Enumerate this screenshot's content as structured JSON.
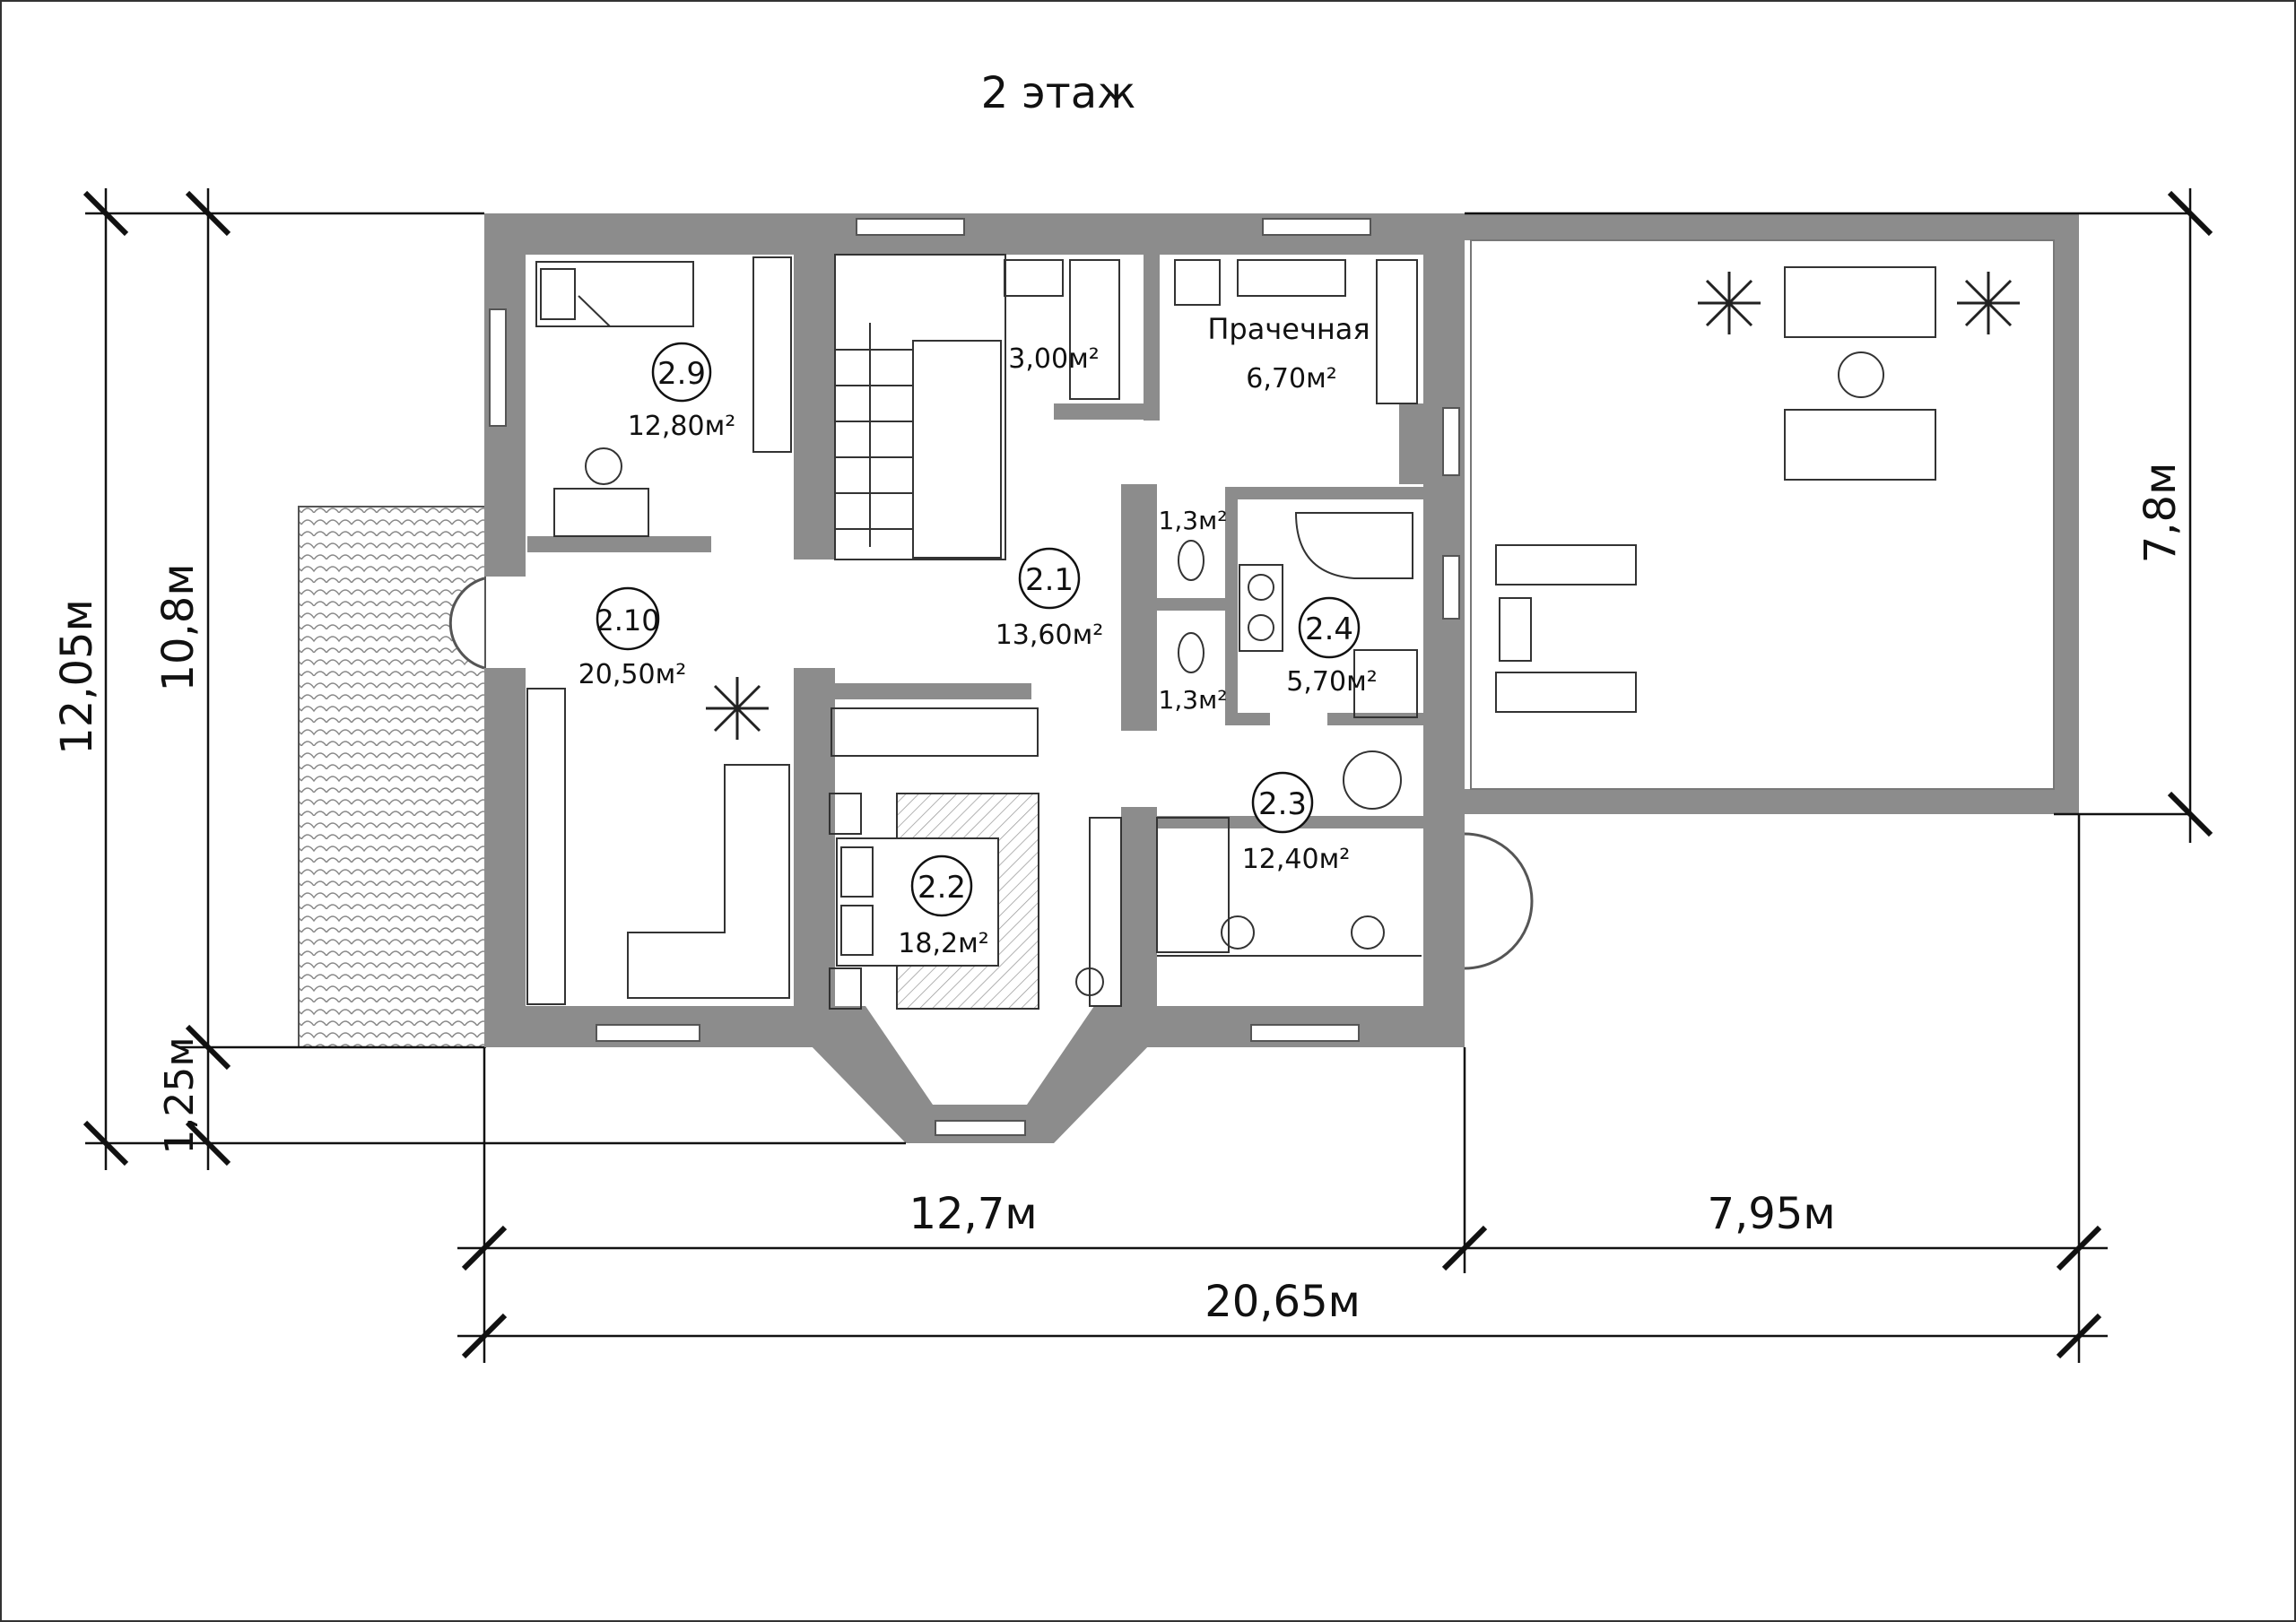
{
  "title": "2 этаж",
  "rooms": {
    "r29": {
      "num": "2.9",
      "area": "12,80м²"
    },
    "r210": {
      "num": "2.10",
      "area": "20,50м²"
    },
    "r21": {
      "num": "2.1",
      "area": "13,60м²"
    },
    "r22": {
      "num": "2.2",
      "area": "18,2м²"
    },
    "r23": {
      "num": "2.3",
      "area": "12,40м²"
    },
    "r24": {
      "num": "2.4",
      "area": "5,70м²"
    },
    "bath3": {
      "area": "3,00м²"
    },
    "laundry": {
      "name": "Прачечная",
      "area": "6,70м²"
    },
    "wc1": {
      "area": "1,3м²"
    },
    "wc2": {
      "area": "1,3м²"
    }
  },
  "dims": {
    "d_total_h": "12,05м",
    "d_main_h": "10,8м",
    "d_bay_h": "1,25м",
    "d_terrace_h": "7,8м",
    "d_main_w": "12,7м",
    "d_terrace_w": "7,95м",
    "d_total_w": "20,65м"
  },
  "colors": {
    "wall": "#8c8c8c",
    "line": "#111111"
  }
}
